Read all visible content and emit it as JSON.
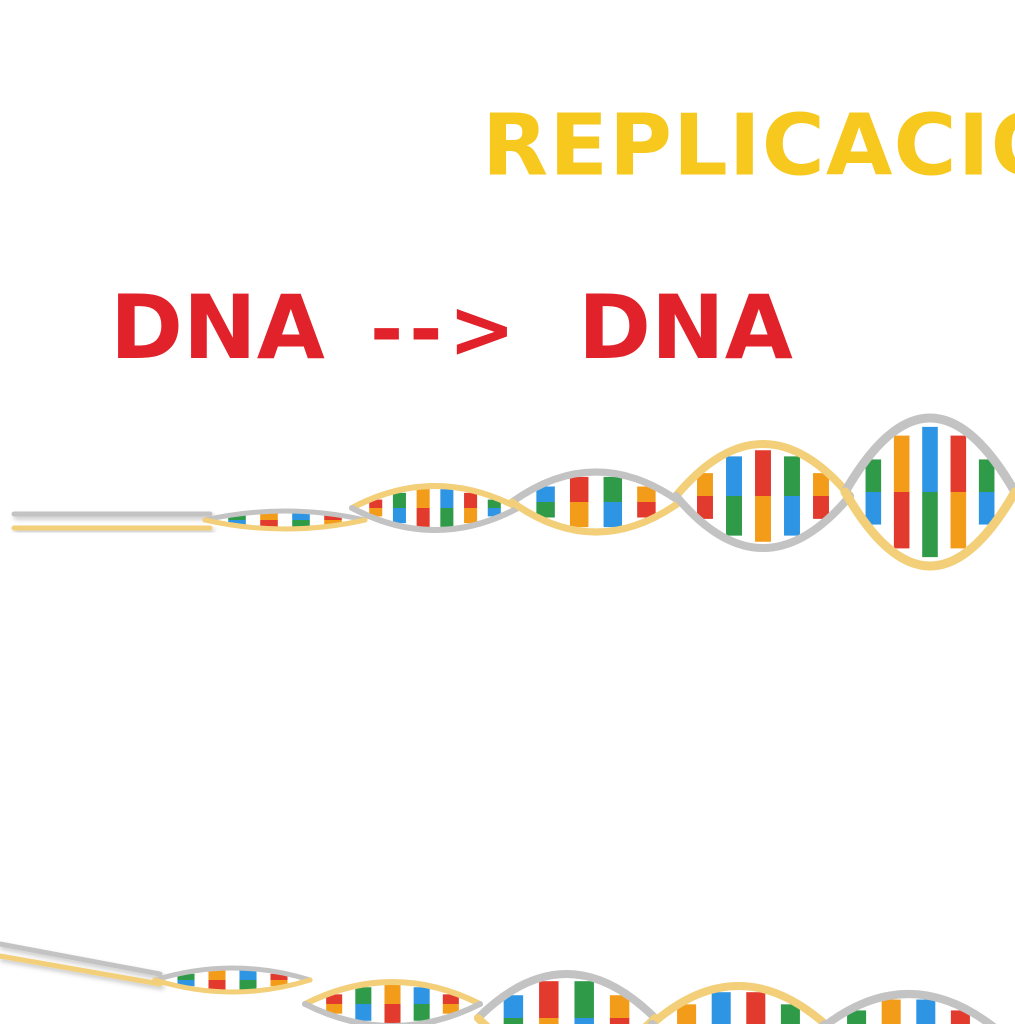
{
  "title": "REPLICACIO",
  "equation": {
    "left": "DNA",
    "arrow": "-->",
    "right": "DNA"
  },
  "colors": {
    "title": "#F7C81E",
    "equation": "#E2222B",
    "backbone_gold": "#F2CF78",
    "backbone_gray": "#C3C3C3",
    "base_pairs": [
      "#E23B2E",
      "#2F9A48",
      "#F39C1A",
      "#2E95E4"
    ]
  },
  "illustrations": [
    "dna-helix-icon",
    "dna-helix-icon"
  ]
}
